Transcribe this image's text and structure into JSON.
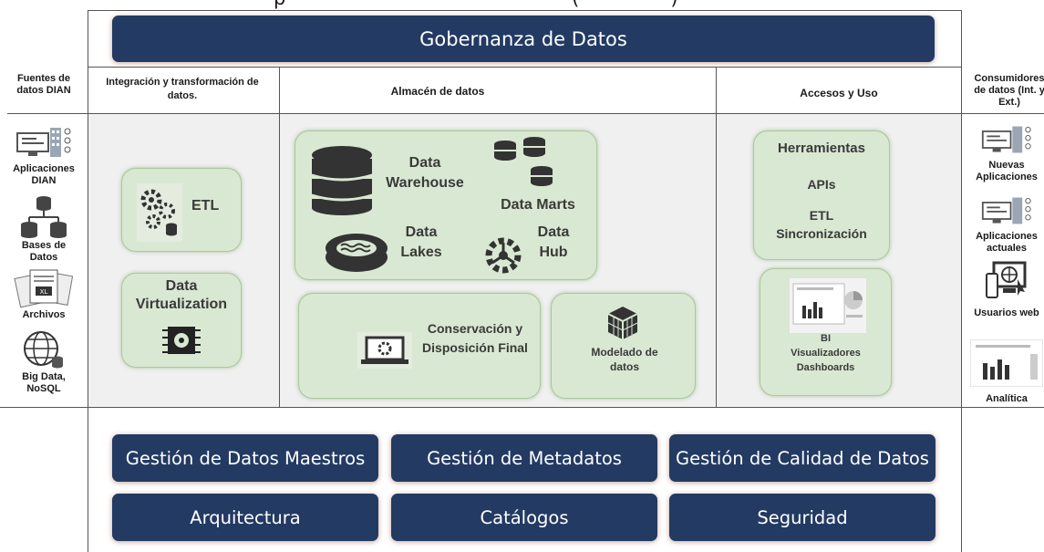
{
  "title_partial": "p                                               (               )",
  "governance": "Gobernanza de Datos",
  "headers": {
    "sources": "Fuentes de datos DIAN",
    "integration": "Integración y transformación de datos.",
    "storage": "Almacén de datos",
    "access": "Accesos y Uso",
    "consumers": "Consumidores de datos (Int. y Ext.)"
  },
  "sources": [
    {
      "label": "Aplicaciones DIAN",
      "icon": "monitor-server-icon"
    },
    {
      "label": "Bases de Datos",
      "icon": "database-tree-icon"
    },
    {
      "label": "Archivos",
      "icon": "files-icon"
    },
    {
      "label": "Big Data, NoSQL",
      "icon": "globe-database-icon"
    }
  ],
  "integration": {
    "etl": "ETL",
    "virtualization": "Data Virtualization"
  },
  "storage": {
    "warehouse": "Data Warehouse",
    "marts": "Data Marts",
    "lakes": "Data Lakes",
    "hub": "Data Hub",
    "conservation": "Conservación y Disposición Final",
    "modeling": "Modelado de datos"
  },
  "access": {
    "tools": "Herramientas",
    "apis": "APIs",
    "etl_sync": "ETL Sincronización",
    "bi": "BI",
    "visualizers": "Visualizadores",
    "dashboards": "Dashboards"
  },
  "consumers": [
    {
      "label": "Nuevas Aplicaciones",
      "icon": "monitor-server-icon"
    },
    {
      "label": "Aplicaciones actuales",
      "icon": "monitor-server-icon"
    },
    {
      "label": "Usuarios web",
      "icon": "web-devices-icon"
    },
    {
      "label": "Analítica",
      "icon": "bar-chart-icon"
    }
  ],
  "bottom": {
    "master": "Gestión de Datos Maestros",
    "metadata": "Gestión de Metadatos",
    "quality": "Gestión de Calidad de Datos",
    "architecture": "Arquitectura",
    "catalogs": "Catálogos",
    "security": "Seguridad"
  },
  "colors": {
    "navy": "#233a63",
    "green": "#d9e8d2",
    "green_border": "#a9c99b",
    "band": "#f0f0f0"
  }
}
